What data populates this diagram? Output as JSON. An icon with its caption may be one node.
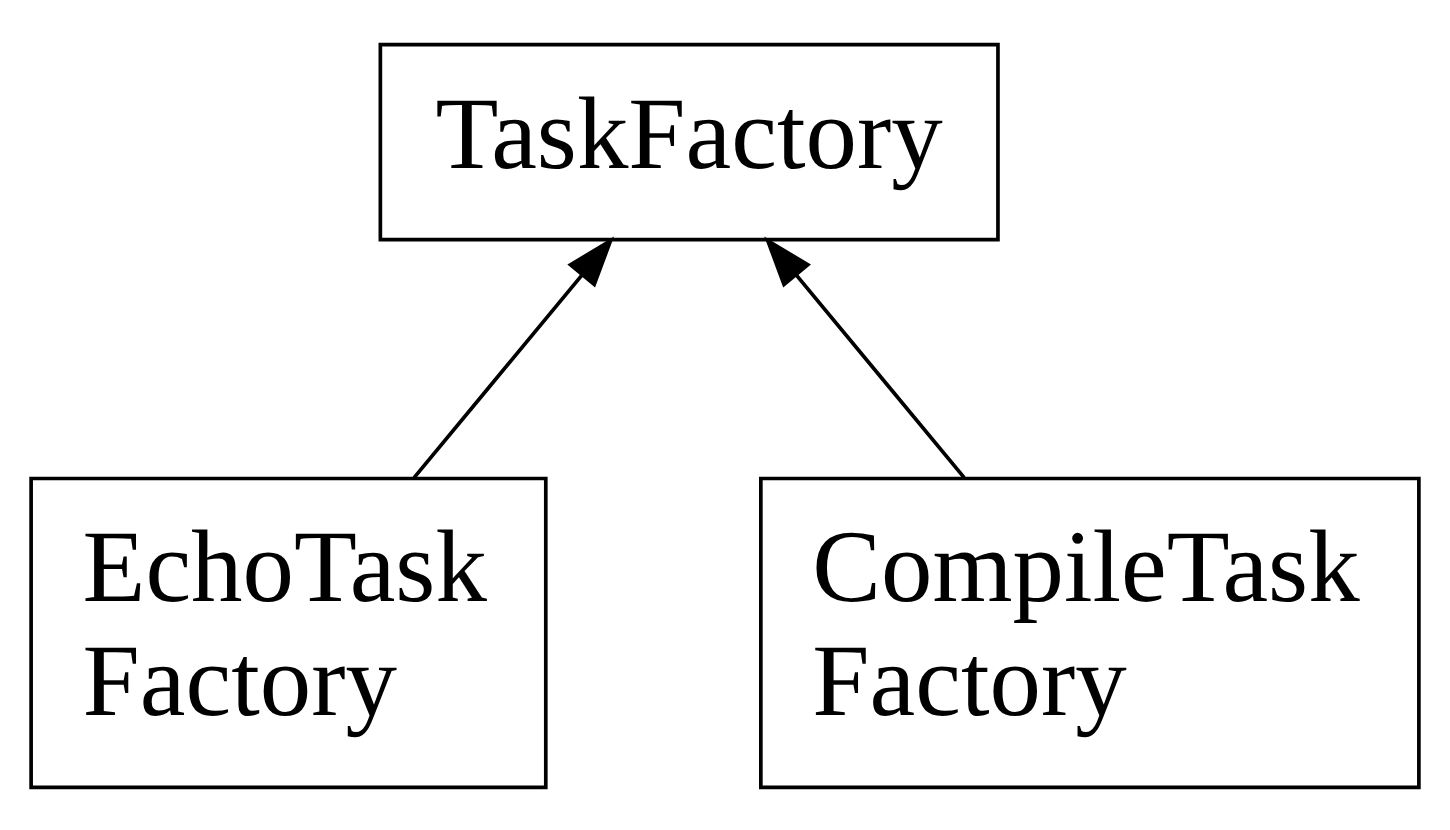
{
  "diagram": {
    "nodes": [
      {
        "text": [
          "TaskFactory"
        ]
      },
      {
        "text": [
          "EchoTask Factory"
        ]
      },
      {
        "text": [
          "CompileTask Factory"
        ]
      }
    ],
    "edges": [
      {
        "from": 1,
        "to": 0,
        "arrow": "to"
      },
      {
        "from": 2,
        "to": 0,
        "arrow": "to"
      }
    ]
  }
}
